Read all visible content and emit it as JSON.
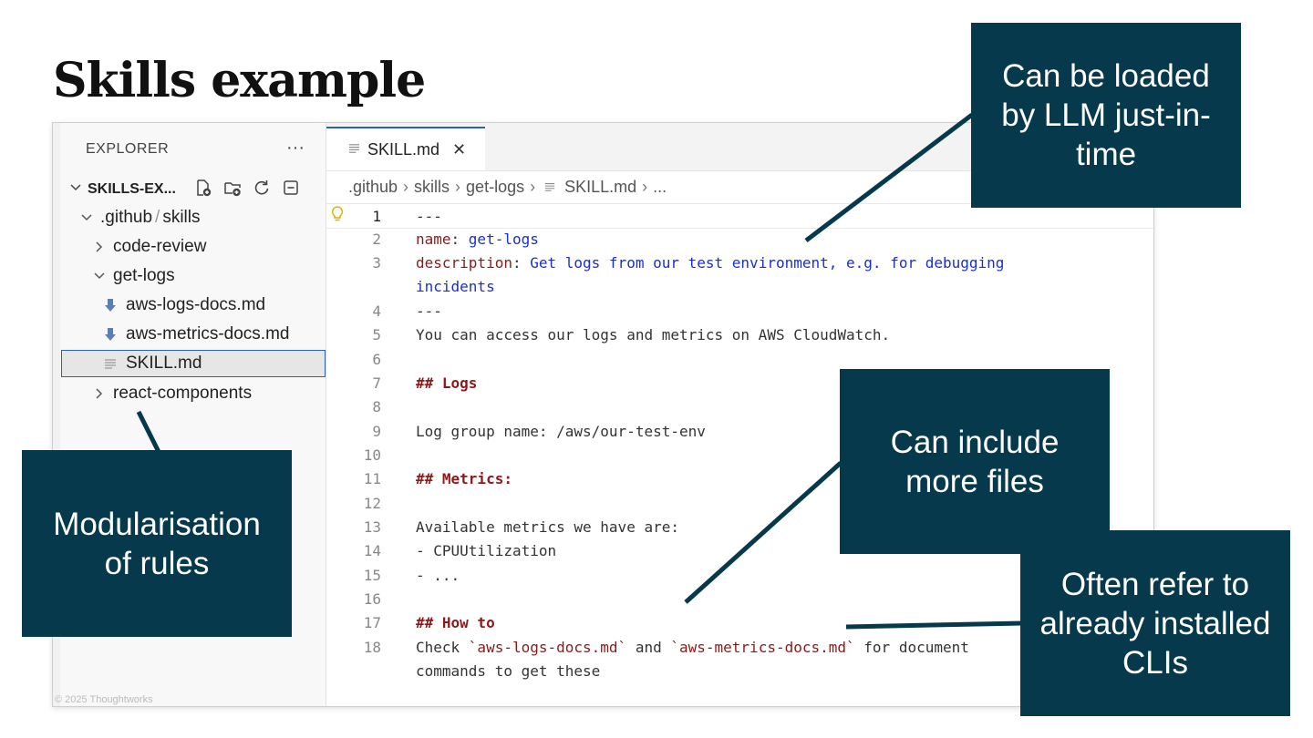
{
  "slide": {
    "title": "Skills example",
    "footer": "© 2025 Thoughtworks"
  },
  "explorer": {
    "header": "EXPLORER",
    "more": "···",
    "root": "SKILLS-EX...",
    "tree": [
      {
        "label": ".github",
        "label2": "skills",
        "type": "folder",
        "open": true
      },
      {
        "label": "code-review",
        "type": "folder",
        "open": false
      },
      {
        "label": "get-logs",
        "type": "folder",
        "open": true
      },
      {
        "label": "aws-logs-docs.md",
        "type": "file-md"
      },
      {
        "label": "aws-metrics-docs.md",
        "type": "file-md"
      },
      {
        "label": "SKILL.md",
        "type": "file-text",
        "selected": true
      },
      {
        "label": "react-components",
        "type": "folder",
        "open": false
      }
    ]
  },
  "editor": {
    "tab": {
      "label": "SKILL.md",
      "close": "✕"
    },
    "breadcrumb": [
      ".github",
      "skills",
      "get-logs",
      "SKILL.md",
      "..."
    ],
    "lines": [
      {
        "n": "1",
        "t": "---"
      },
      {
        "n": "2",
        "k": "name",
        "v": "get-logs"
      },
      {
        "n": "3",
        "k": "description",
        "v": "Get logs from our test environment, e.g. for debugging"
      },
      {
        "n": "",
        "v": "incidents"
      },
      {
        "n": "4",
        "t": "---"
      },
      {
        "n": "5",
        "t": "You can access our logs and metrics on AWS CloudWatch."
      },
      {
        "n": "6",
        "t": ""
      },
      {
        "n": "7",
        "h": "## Logs"
      },
      {
        "n": "8",
        "t": ""
      },
      {
        "n": "9",
        "t": "Log group name: /aws/our-test-env"
      },
      {
        "n": "10",
        "t": ""
      },
      {
        "n": "11",
        "h": "## Metrics:"
      },
      {
        "n": "12",
        "t": ""
      },
      {
        "n": "13",
        "t": "Available metrics we have are:"
      },
      {
        "n": "14",
        "t": "- CPUUtilization"
      },
      {
        "n": "15",
        "t": "- ..."
      },
      {
        "n": "16",
        "t": ""
      },
      {
        "n": "17",
        "h": "## How to"
      },
      {
        "n": "18",
        "t1": "Check ",
        "c1": "`aws-logs-docs.md`",
        "t2": " and ",
        "c2": "`aws-metrics-docs.md`",
        "t3": " for document"
      },
      {
        "n": "",
        "t": "commands to get these"
      }
    ]
  },
  "callouts": {
    "llm": "Can be loaded by LLM just-in-time",
    "modular": "Modularisation of rules",
    "include": "Can include more files",
    "cli": "Often refer to already installed CLIs"
  },
  "colors": {
    "callout_bg": "#06394b",
    "accent_blue": "#2a62b6",
    "key_red": "#8b1a1a",
    "value_blue": "#1a2fcf"
  }
}
